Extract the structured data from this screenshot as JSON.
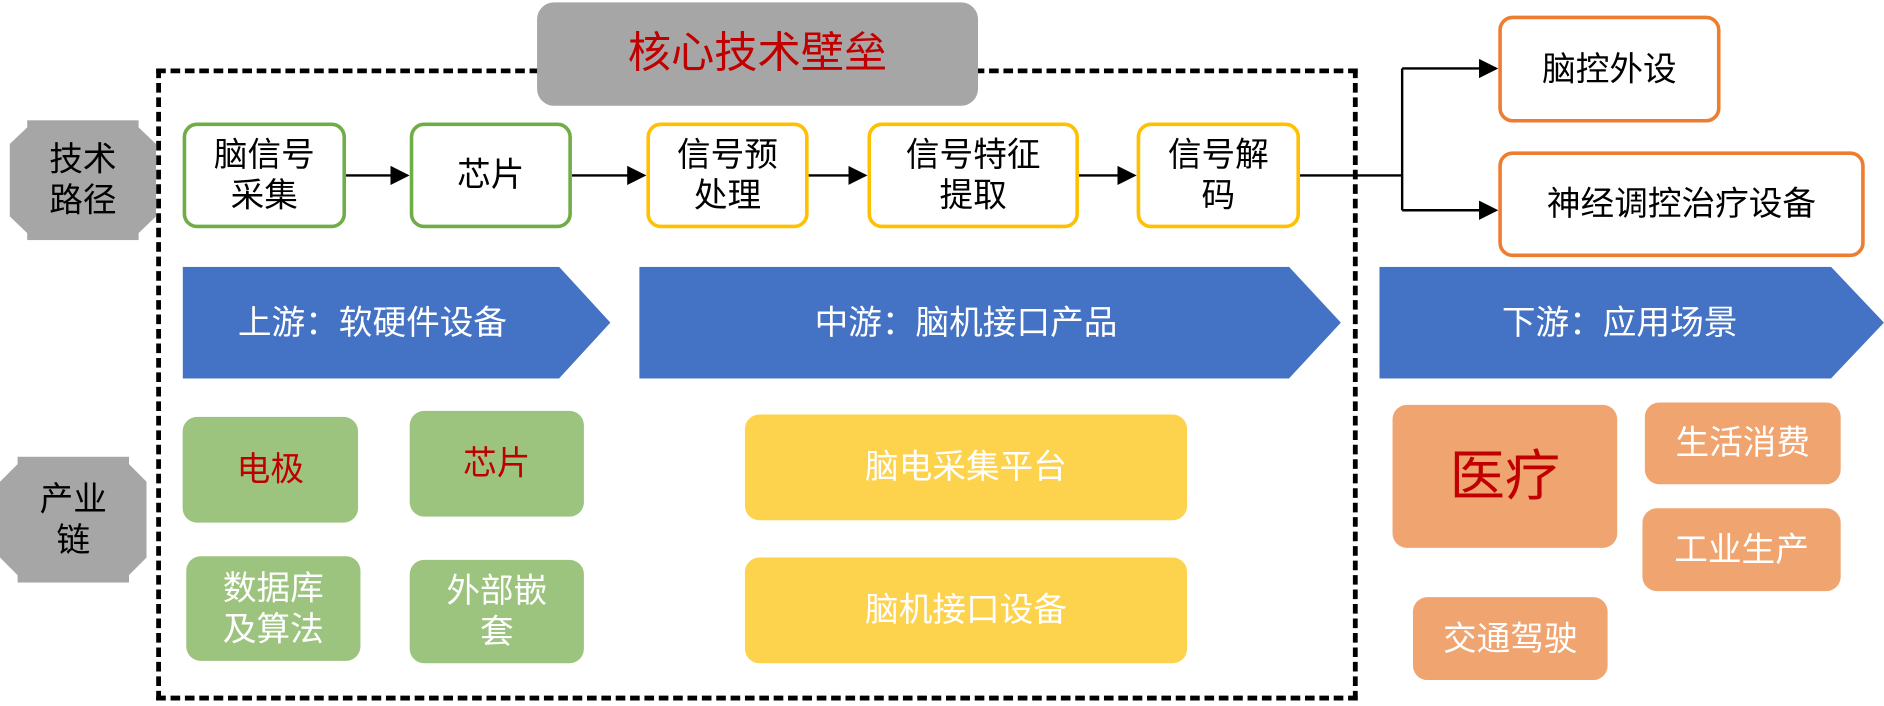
{
  "title": "核心技术壁垒",
  "row_labels": {
    "tech_path": "技术\n路径",
    "industry_chain": "产业\n链"
  },
  "tech_path": [
    "脑信号\n采集",
    "芯片",
    "信号预\n处理",
    "信号特征\n提取",
    "信号解\n码"
  ],
  "applications": [
    "脑控外设",
    "神经调控治疗设备"
  ],
  "stages": [
    "上游：软硬件设备",
    "中游：脑机接口产品",
    "下游：应用场景"
  ],
  "upstream": [
    "电极",
    "芯片",
    "数据库\n及算法",
    "外部嵌\n套"
  ],
  "midstream": [
    "脑电采集平台",
    "脑机接口设备"
  ],
  "downstream": [
    "医疗",
    "生活消费",
    "工业生产",
    "交通驾驶"
  ],
  "colors": {
    "accent_red": "#c00000",
    "blue": "#4472c4",
    "green": "#70ad47",
    "yellow": "#ffc000",
    "orange": "#ed7d31"
  }
}
